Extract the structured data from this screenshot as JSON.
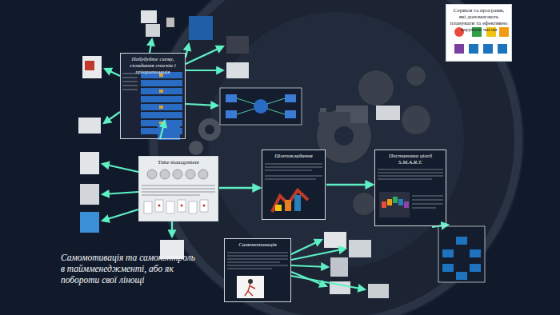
{
  "diagram": {
    "title": "Самомотивація та самоконтроль в таймменеджменті, або як побороти свої лінощі",
    "nodes": [
      {
        "text": [
          "Побудуйте схему, складання списків і пріоритизація"
        ]
      },
      {
        "text": [
          "Time management"
        ]
      },
      {
        "text": [
          "Цілепокладання"
        ]
      },
      {
        "text": [
          "Постановка цілей S.M.A.R.T."
        ]
      },
      {
        "text": [
          "Самомотивація"
        ]
      },
      {
        "text": [
          "Сервіси та програми, які допомагають планувати та ефективно керувати часом"
        ]
      }
    ],
    "edges": [
      {
        "from": 1,
        "to": 2,
        "arrow": "to"
      },
      {
        "from": 2,
        "to": 3,
        "arrow": "to"
      }
    ]
  }
}
